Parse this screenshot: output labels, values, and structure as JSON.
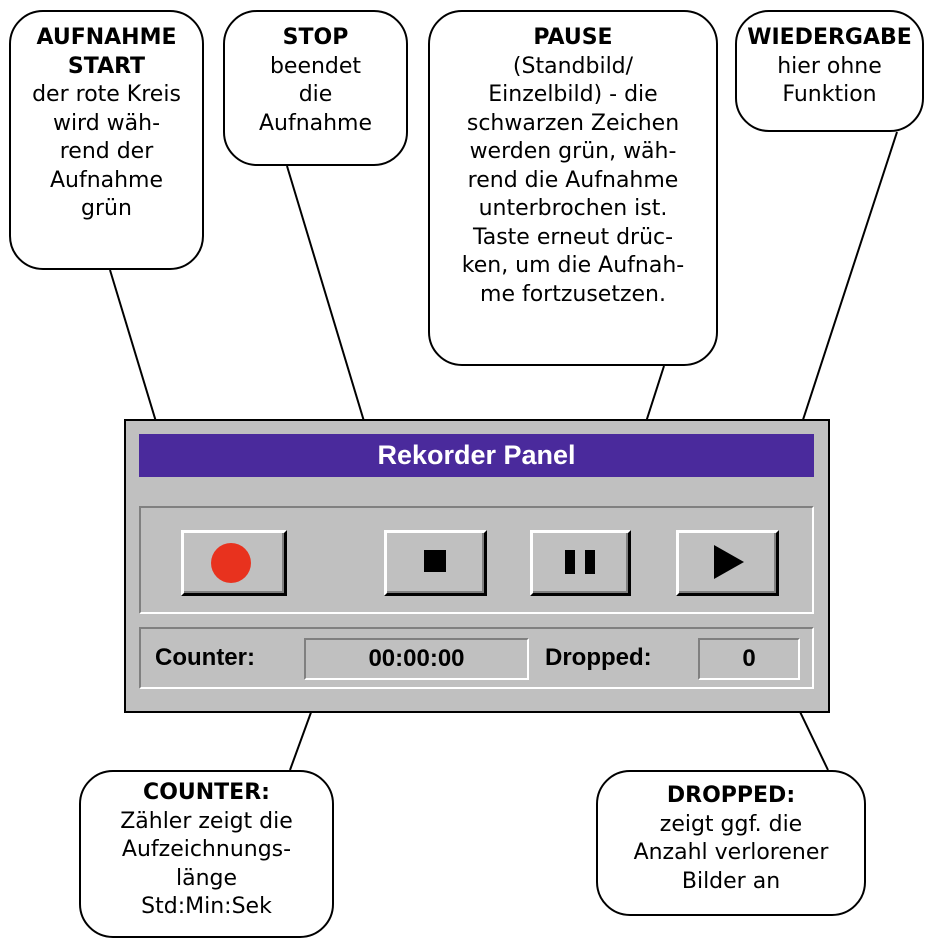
{
  "callouts": {
    "record": {
      "title": [
        "AUFNAHME",
        "START"
      ],
      "lines": [
        "der rote Kreis",
        "wird wäh-",
        "rend der",
        "Aufnahme",
        "grün"
      ]
    },
    "stop": {
      "title": [
        "STOP"
      ],
      "lines": [
        "beendet",
        "die",
        "Aufnahme"
      ]
    },
    "pause": {
      "title": [
        "PAUSE"
      ],
      "lines": [
        "(Standbild/",
        "Einzelbild) - die",
        "schwarzen Zeichen",
        "werden grün, wäh-",
        "rend die Aufnahme",
        "unterbrochen ist.",
        "Taste erneut drüc-",
        "ken, um die Aufnah-",
        "me fortzusetzen."
      ]
    },
    "play": {
      "title": [
        "WIEDERGABE"
      ],
      "lines": [
        "hier ohne",
        "Funktion"
      ]
    },
    "counter": {
      "title": [
        "COUNTER:"
      ],
      "lines": [
        "Zähler zeigt die",
        "Aufzeichnungs-",
        "länge",
        "Std:Min:Sek"
      ]
    },
    "dropped": {
      "title": [
        "DROPPED:"
      ],
      "lines": [
        "zeigt ggf. die",
        "Anzahl verlorener",
        "Bilder an"
      ]
    }
  },
  "panel": {
    "title": "Rekorder Panel",
    "counter_label": "Counter:",
    "counter_value": "00:00:00",
    "dropped_label": "Dropped:",
    "dropped_value": "0"
  },
  "colors": {
    "titlebar": "#4a2a9c",
    "panel_face": "#c0c0c0",
    "record_dot": "#e8321e"
  },
  "icons": {
    "record": "record-icon",
    "stop": "stop-icon",
    "pause": "pause-icon",
    "play": "play-icon"
  }
}
